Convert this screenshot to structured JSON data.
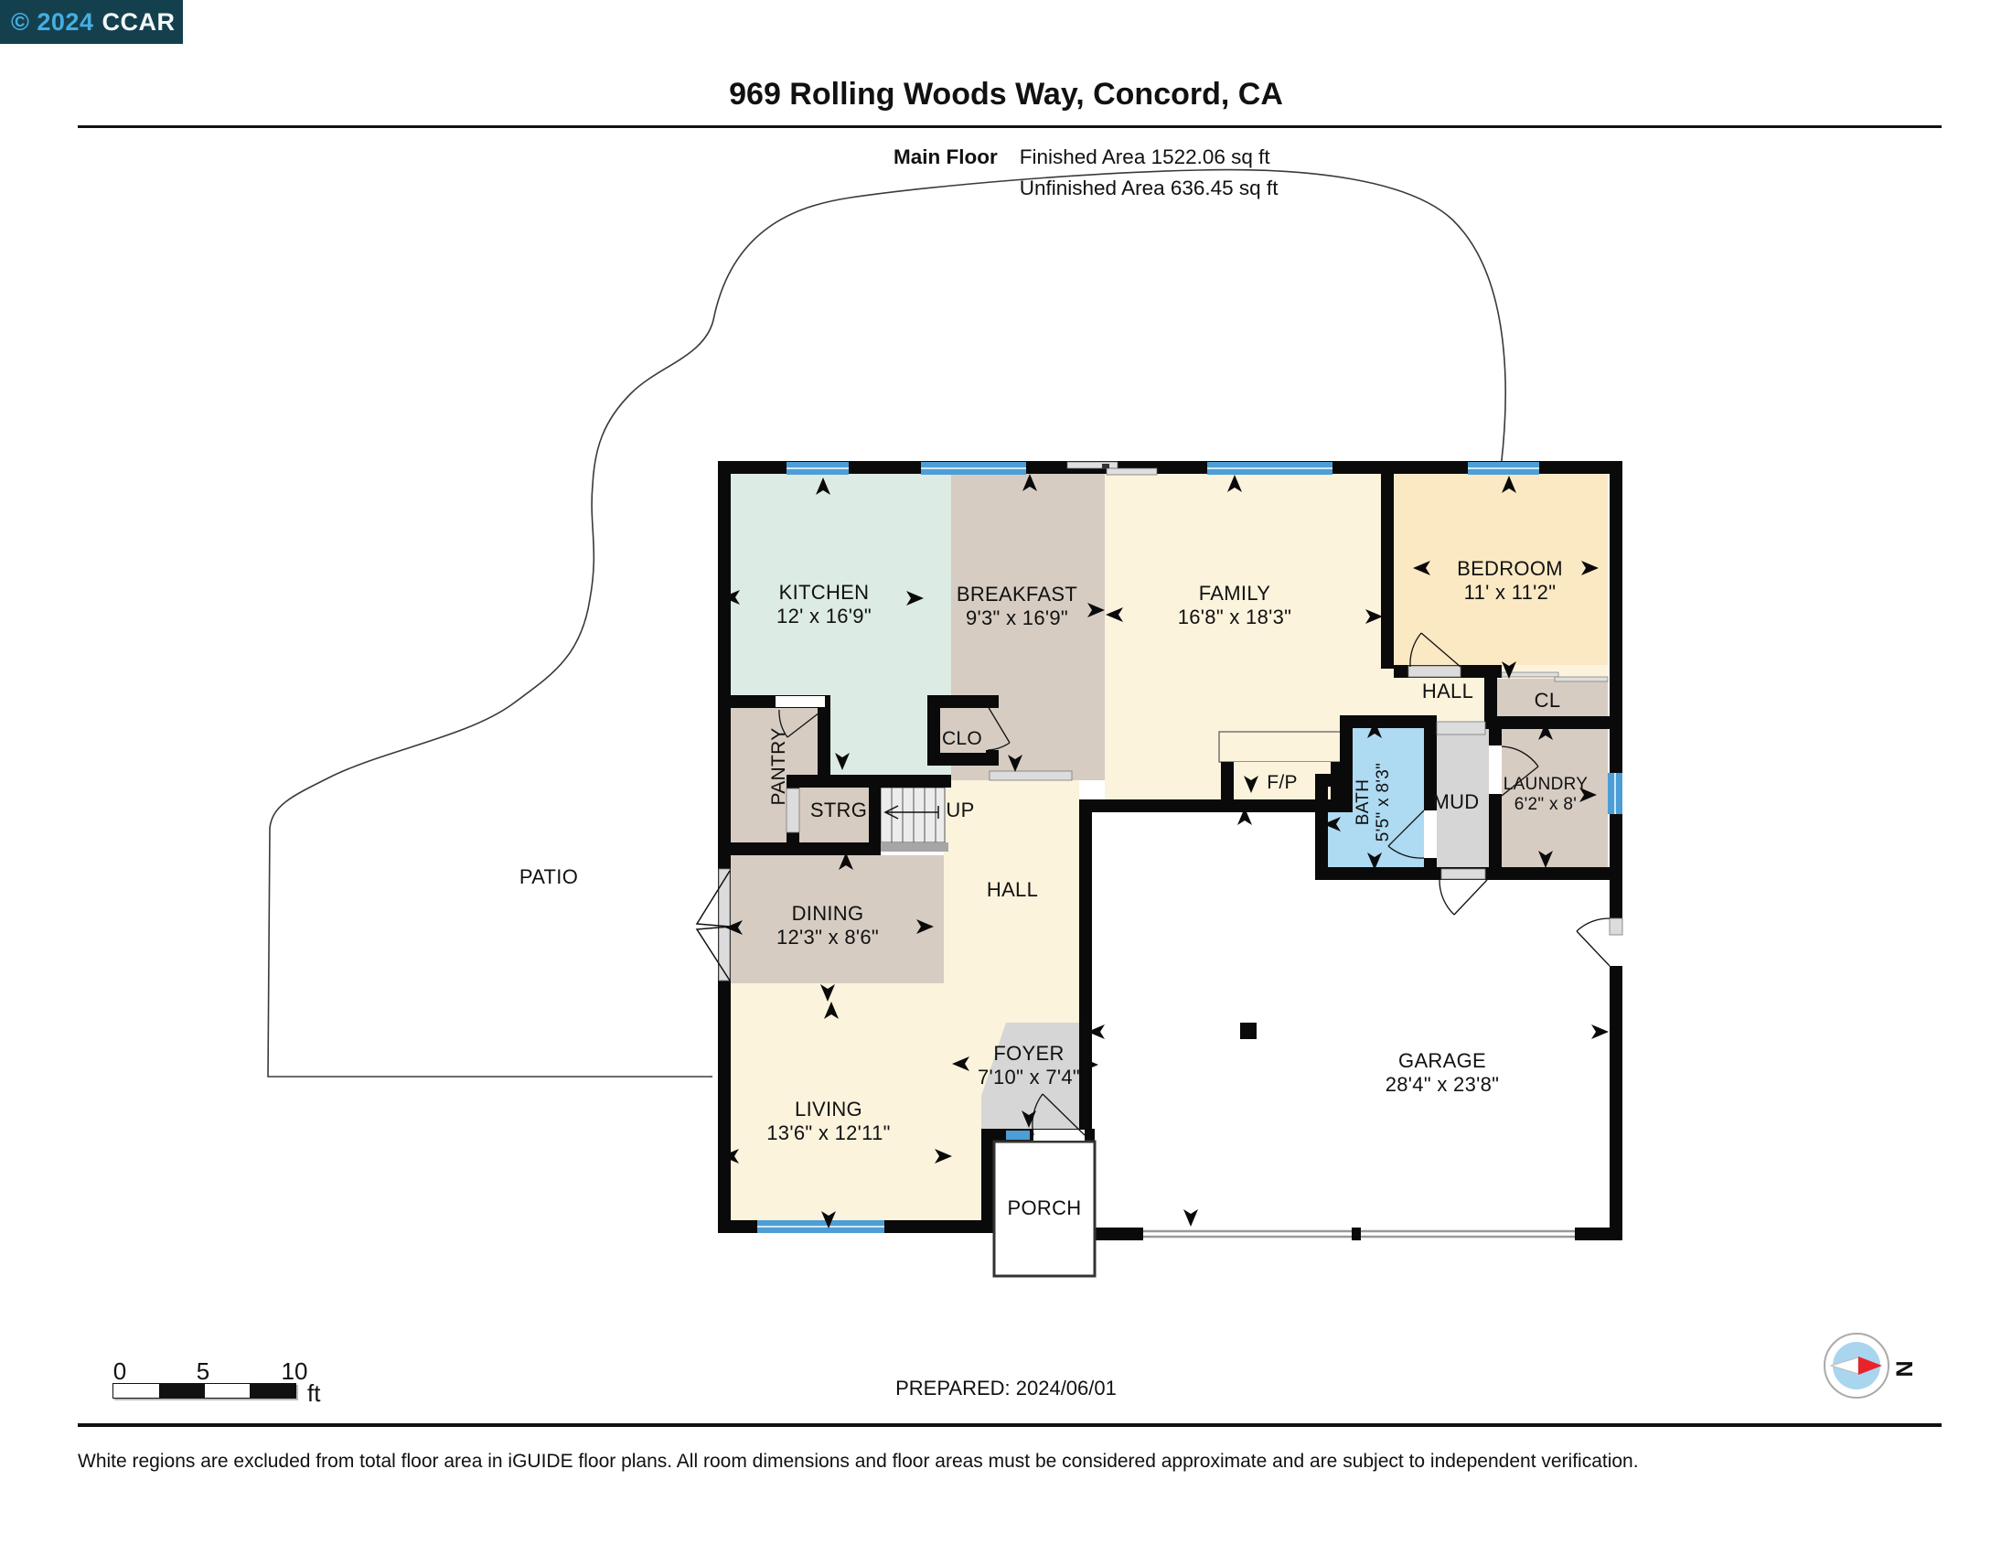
{
  "badge": {
    "year": "© 2024",
    "org": "CCAR"
  },
  "header": {
    "title": "969 Rolling Woods Way, Concord, CA",
    "floor_label": "Main Floor",
    "finished": "Finished Area 1522.06 sq ft",
    "unfinished": "Unfinished Area 636.45 sq ft"
  },
  "rooms": [
    {
      "name": "kitchen",
      "label": "KITCHEN",
      "dims": "12' x 16'9\""
    },
    {
      "name": "breakfast",
      "label": "BREAKFAST",
      "dims": "9'3\" x 16'9\""
    },
    {
      "name": "family",
      "label": "FAMILY",
      "dims": "16'8\" x 18'3\""
    },
    {
      "name": "bedroom",
      "label": "BEDROOM",
      "dims": "11' x 11'2\""
    },
    {
      "name": "hall-upper",
      "label": "HALL"
    },
    {
      "name": "closet-cl",
      "label": "CL"
    },
    {
      "name": "pantry",
      "label": "PANTRY"
    },
    {
      "name": "closet-clo",
      "label": "CLO"
    },
    {
      "name": "storage",
      "label": "STRG"
    },
    {
      "name": "fireplace",
      "label": "F/P"
    },
    {
      "name": "bath",
      "label": "BATH",
      "dims": "5'5\" x 8'3\""
    },
    {
      "name": "mud",
      "label": "MUD"
    },
    {
      "name": "laundry",
      "label": "LAUNDRY",
      "dims": "6'2\" x 8'"
    },
    {
      "name": "dining",
      "label": "DINING",
      "dims": "12'3\" x 8'6\""
    },
    {
      "name": "hall-lower",
      "label": "HALL"
    },
    {
      "name": "patio",
      "label": "PATIO"
    },
    {
      "name": "living",
      "label": "LIVING",
      "dims": "13'6\" x 12'11\""
    },
    {
      "name": "foyer",
      "label": "FOYER",
      "dims": "7'10\" x 7'4\""
    },
    {
      "name": "garage",
      "label": "GARAGE",
      "dims": "28'4\" x 23'8\""
    },
    {
      "name": "porch",
      "label": "PORCH"
    }
  ],
  "stairs": {
    "up_label": "UP"
  },
  "scale_bar": {
    "t0": "0",
    "t5": "5",
    "t10": "10",
    "unit": "ft"
  },
  "footer": {
    "prepared": "PREPARED: 2024/06/01",
    "compass_n": "N",
    "disclaimer": "White regions are excluded from total floor area in iGUIDE floor plans. All room dimensions and floor areas must be considered approximate and are subject to independent verification."
  },
  "colors": {
    "wall": "#0a0a0a",
    "window": "#4d9ed6",
    "floor_cream": "#fbf3dc",
    "floor_tan": "#d6ccc2",
    "floor_mint": "#dcebe3",
    "floor_wheat": "#fbe9c4",
    "floor_blue": "#aedaf2",
    "floor_gray": "#d6d6d6",
    "badge_bg": "#14404e",
    "badge_year": "#45aee0",
    "compass_red": "#e8242a",
    "compass_blue": "#a9d5ef"
  }
}
